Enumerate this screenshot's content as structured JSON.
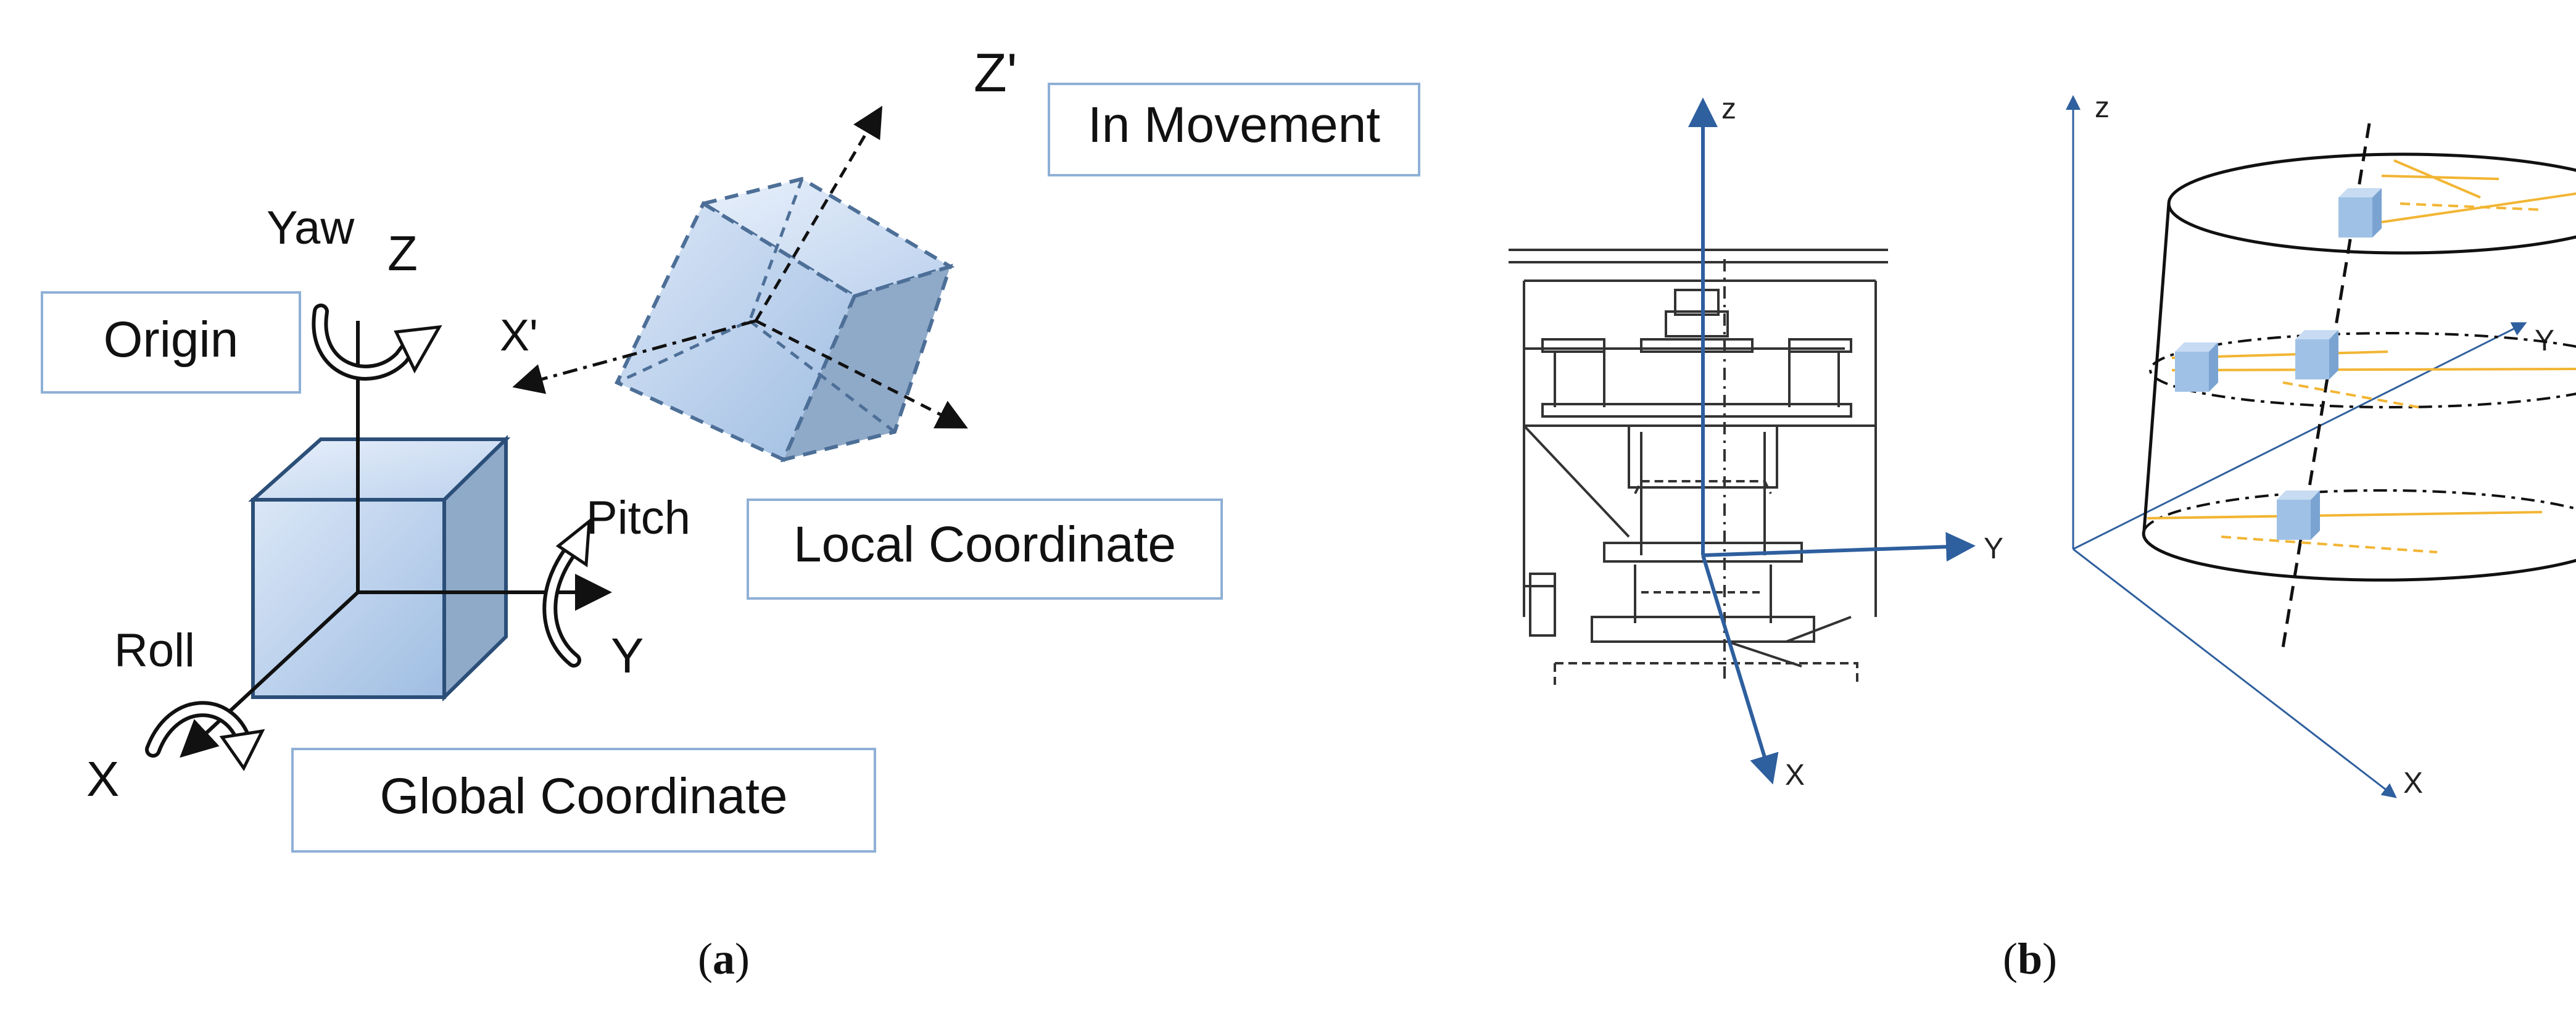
{
  "panel_a": {
    "caption": "(a)",
    "boxes": {
      "in_movement": "In Movement",
      "origin": "Origin",
      "local_coordinate": "Local Coordinate",
      "global_coordinate": "Global Coordinate"
    },
    "axis_labels": {
      "z_prime": "Z'",
      "x_prime": "X'",
      "z": "Z",
      "y": "Y",
      "x": "X"
    },
    "rotation_labels": {
      "yaw": "Yaw",
      "pitch": "Pitch",
      "roll": "Roll"
    }
  },
  "panel_b": {
    "caption": "(b)",
    "left_axes": {
      "z": "z",
      "y": "Y",
      "x": "X"
    },
    "right_axes": {
      "z": "z",
      "y": "Y",
      "x": "X"
    }
  },
  "colors": {
    "cube_fill": "#b7cdea",
    "cube_dark": "#8fa9c8",
    "axis_blue": "#2e5f9e",
    "box_border": "#8fb0d6",
    "orange_line": "#f2b533"
  }
}
